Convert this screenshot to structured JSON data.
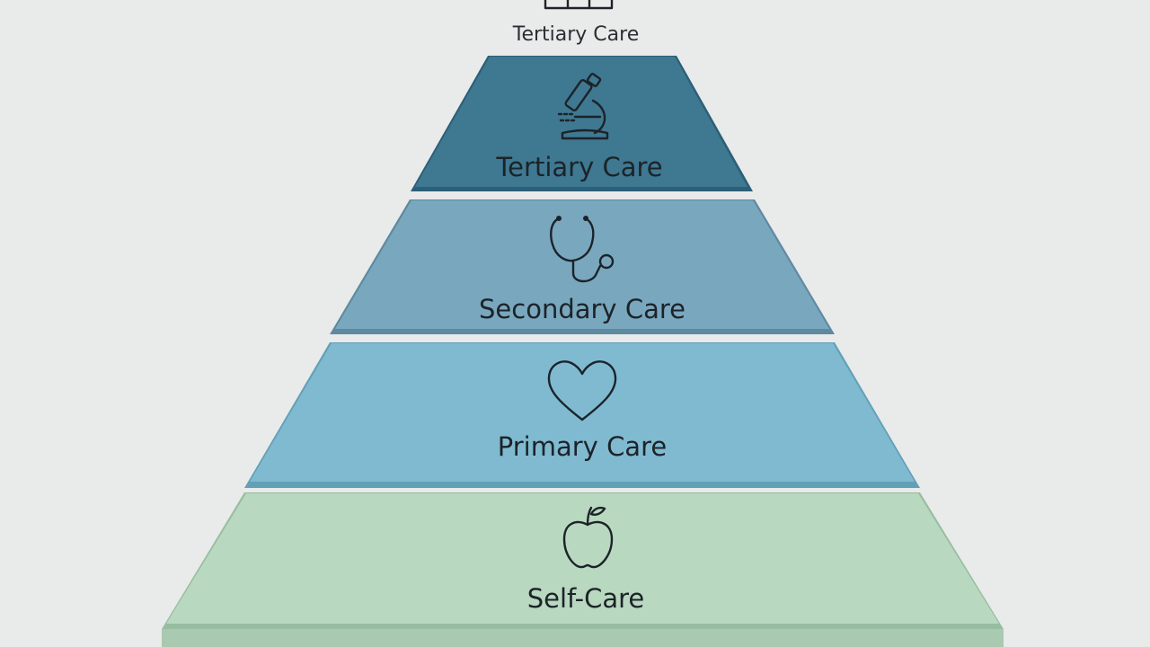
{
  "top_caption": {
    "label": "Tertiary Care",
    "icon": "building-icon"
  },
  "tiers": [
    {
      "label": "Tertiary Care",
      "icon": "microscope-icon",
      "color": "#3f7891"
    },
    {
      "label": "Secondary Care",
      "icon": "stethoscope-icon",
      "color": "#79a7be"
    },
    {
      "label": "Primary Care",
      "icon": "heart-icon",
      "color": "#7fbad0"
    },
    {
      "label": "Self-Care",
      "icon": "apple-icon",
      "color": "#b8d8bf"
    }
  ],
  "background_color": "#e9eaea"
}
